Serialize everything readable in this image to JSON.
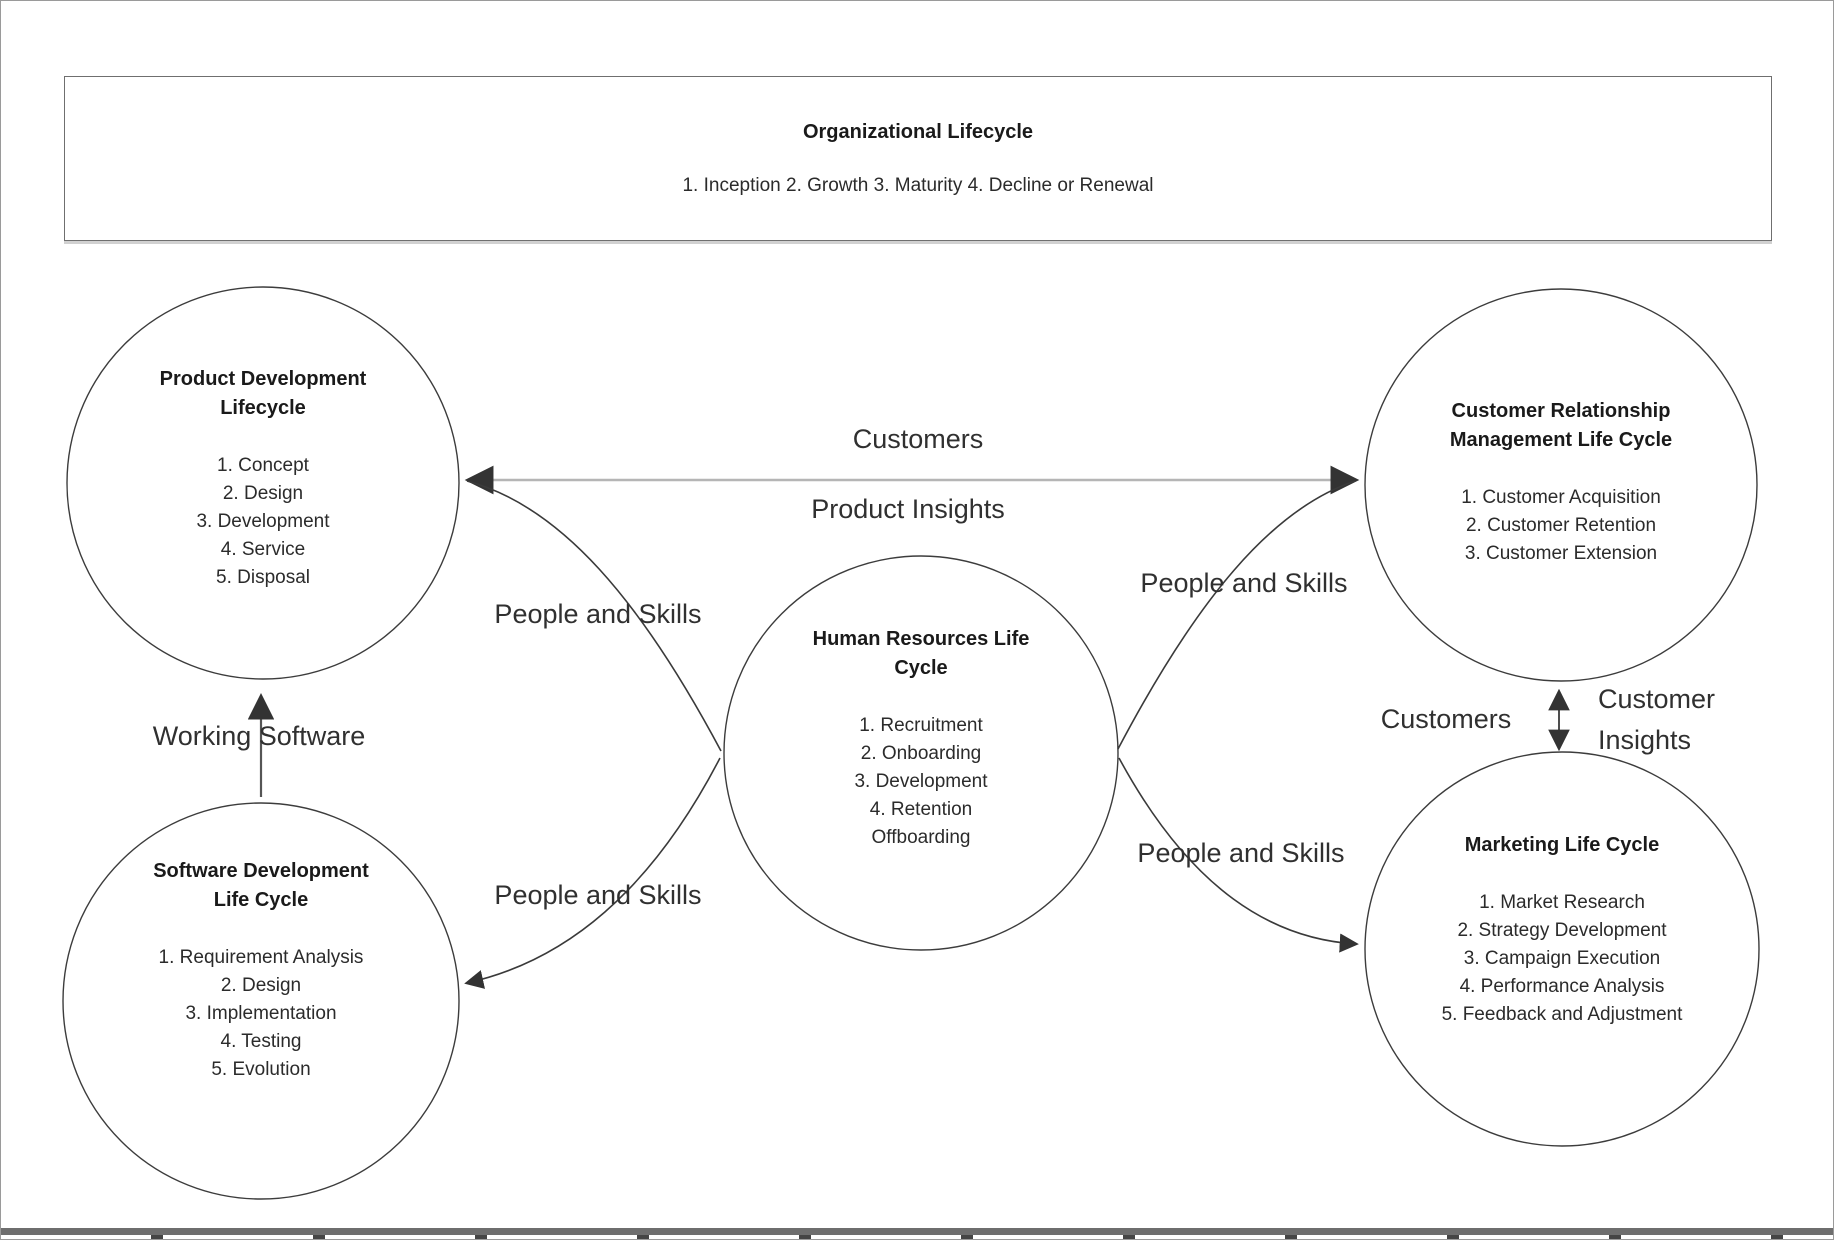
{
  "org_box": {
    "title": "Organizational Lifecycle",
    "stages": "1. Inception 2. Growth 3. Maturity 4. Decline or Renewal"
  },
  "circles": [
    {
      "id": "product-development",
      "title": "Product Development Lifecycle",
      "items": [
        "1. Concept",
        "2. Design",
        "3. Development",
        "4. Service",
        "5. Disposal"
      ]
    },
    {
      "id": "customer-relationship-management",
      "title": "Customer Relationship Management Life Cycle",
      "items": [
        "1. Customer Acquisition",
        "2. Customer Retention",
        "3. Customer Extension"
      ]
    },
    {
      "id": "human-resources",
      "title": "Human Resources Life Cycle",
      "items": [
        "1. Recruitment",
        "2. Onboarding",
        "3. Development",
        "4. Retention",
        "Offboarding"
      ]
    },
    {
      "id": "software-development",
      "title": "Software Development Life Cycle",
      "items": [
        "1. Requirement Analysis",
        "2. Design",
        "3. Implementation",
        "4. Testing",
        "5. Evolution"
      ]
    },
    {
      "id": "marketing",
      "title": "Marketing Life Cycle",
      "items": [
        "1. Market Research",
        "2. Strategy Development",
        "3. Campaign Execution",
        "4. Performance Analysis",
        "5. Feedback and Adjustment"
      ]
    }
  ],
  "edge_labels": {
    "customers_top": "Customers",
    "product_insights": "Product Insights",
    "people_skills": "People and Skills",
    "working_software": "Working Software",
    "customers_right": "Customers",
    "customer_insights_line1": "Customer",
    "customer_insights_line2": "Insights"
  },
  "colors": {
    "node_stroke": "#3c3c3c",
    "edge_stroke": "#3a3a3a",
    "customers_line": "#b5b5b5",
    "working_software_line": "#555555",
    "arrowhead": "#333333"
  }
}
